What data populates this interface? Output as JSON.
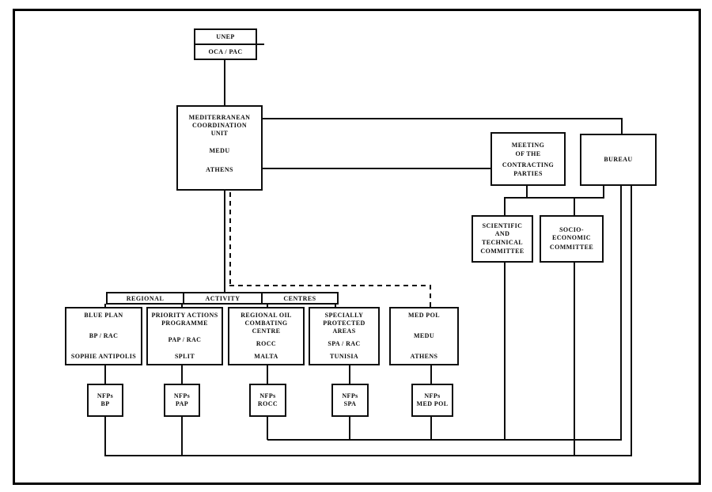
{
  "nodes": {
    "unep": {
      "top": "UNEP",
      "bottom": "OCA / PAC"
    },
    "medu": {
      "l1": "MEDITERRANEAN",
      "l2": "COORDINATION",
      "l3": "UNIT",
      "abbr": "MEDU",
      "city": "ATHENS"
    },
    "meeting": {
      "l1": "MEETING",
      "l2": "OF THE",
      "l3": "CONTRACTING",
      "l4": "PARTIES"
    },
    "bureau": {
      "label": "BUREAU"
    },
    "sci": {
      "l1": "SCIENTIFIC AND",
      "l2": "TECHNICAL",
      "l3": "COMMITTEE"
    },
    "socio": {
      "l1": "SOCIO-ECONOMIC",
      "l2": "COMMITTEE"
    },
    "band": {
      "s1": "REGIONAL",
      "s2": "ACTIVITY",
      "s3": "CENTRES"
    }
  },
  "rac": [
    {
      "n1": "BLUE PLAN",
      "n2": "",
      "code": "BP / RAC",
      "city": "SOPHIE ANTIPOLIS"
    },
    {
      "n1": "PRIORITY ACTIONS",
      "n2": "PROGRAMME",
      "code": "PAP / RAC",
      "city": "SPLIT"
    },
    {
      "n1": "REGIONAL OIL",
      "n2": "COMBATING CENTRE",
      "code": "ROCC",
      "city": "MALTA"
    },
    {
      "n1": "SPECIALLY",
      "n2": "PROTECTED AREAS",
      "code": "SPA / RAC",
      "city": "TUNISIA"
    },
    {
      "n1": "MED POL",
      "n2": "",
      "code": "MEDU",
      "city": "ATHENS"
    }
  ],
  "nfp": [
    {
      "l1": "NFPs",
      "l2": "BP"
    },
    {
      "l1": "NFPs",
      "l2": "PAP"
    },
    {
      "l1": "NFPs",
      "l2": "ROCC"
    },
    {
      "l1": "NFPs",
      "l2": "SPA"
    },
    {
      "l1": "NFPs",
      "l2": "MED POL"
    }
  ],
  "colors": {
    "ink": "#0d0d0d",
    "paper": "#ffffff"
  }
}
